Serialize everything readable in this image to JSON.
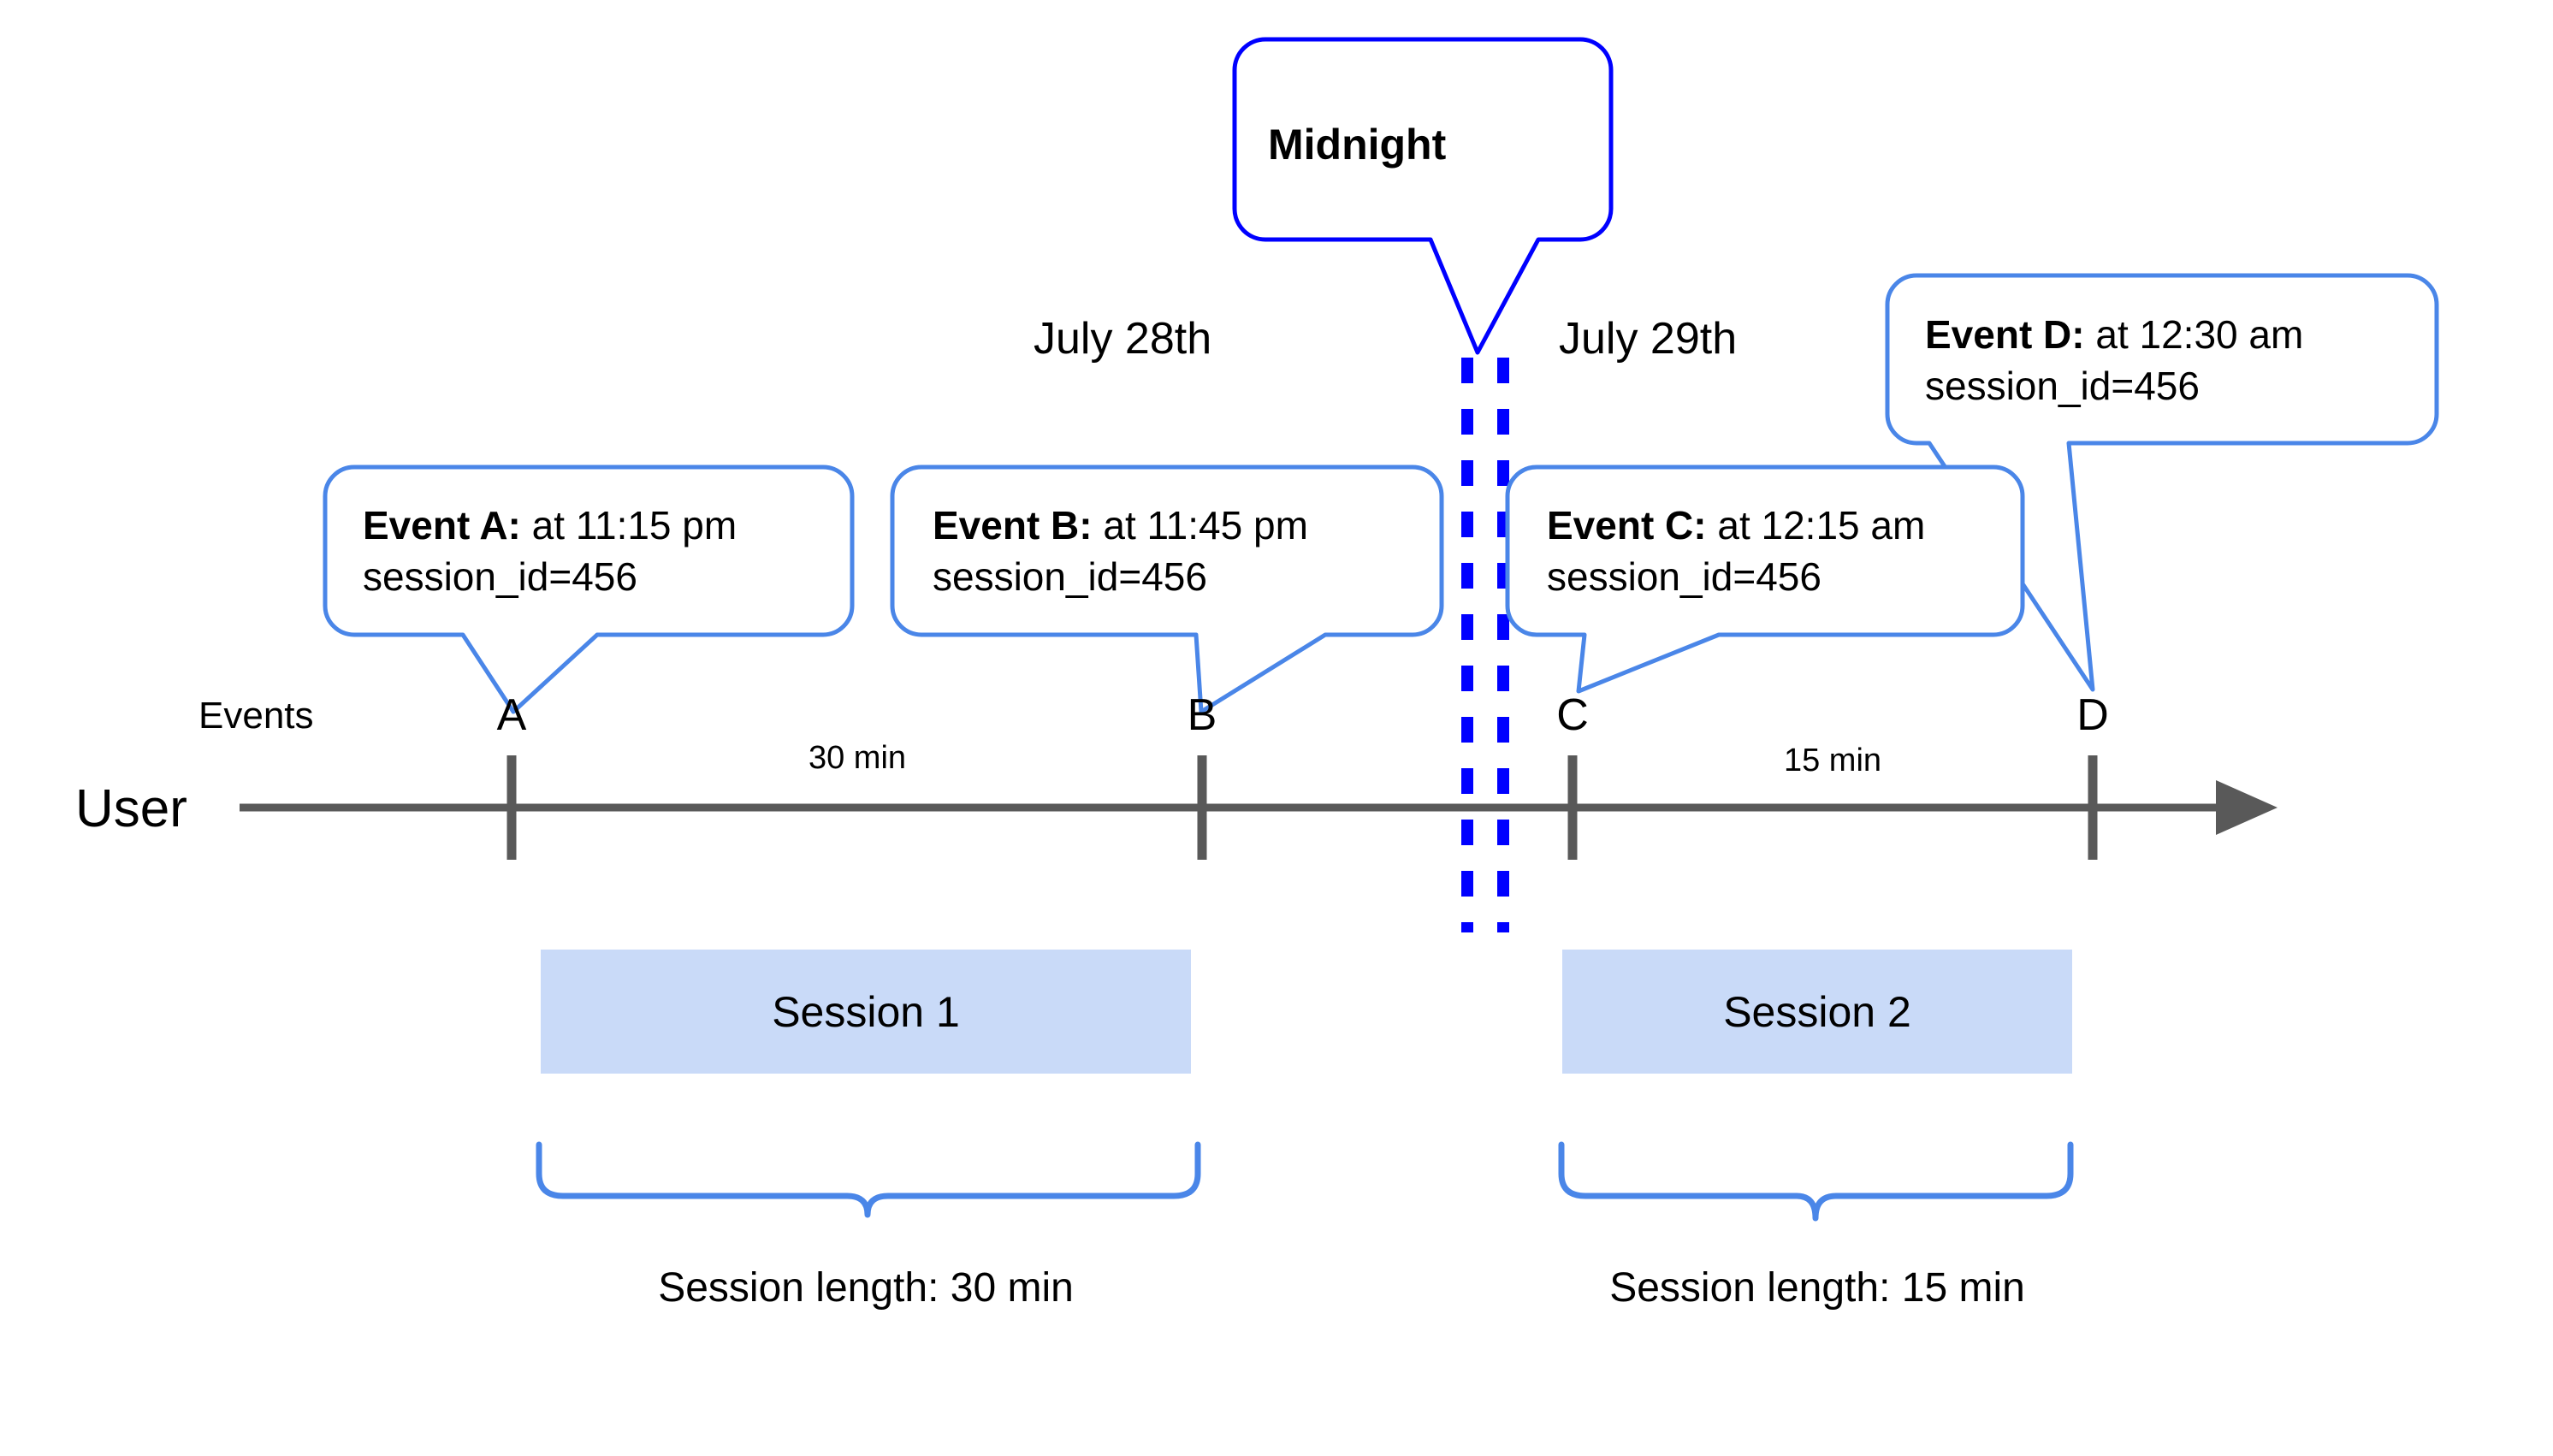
{
  "diagram": {
    "title_callout": {
      "label": "Midnight"
    },
    "date_labels": [
      {
        "name": "july-28",
        "text": "July 28th"
      },
      {
        "name": "july-29",
        "text": "July 29th"
      }
    ],
    "row_labels": {
      "events": "Events",
      "user": "User"
    },
    "events": [
      {
        "letter": "A",
        "bold_prefix": "Event A:",
        "time_text": " at 11:15 pm",
        "session_line": "session_id=456"
      },
      {
        "letter": "B",
        "bold_prefix": "Event B:",
        "time_text": " at 11:45 pm",
        "session_line": "session_id=456"
      },
      {
        "letter": "C",
        "bold_prefix": "Event C:",
        "time_text": " at 12:15 am",
        "session_line": "session_id=456"
      },
      {
        "letter": "D",
        "bold_prefix": "Event D:",
        "time_text": " at 12:30 am",
        "session_line": "session_id=456"
      }
    ],
    "durations": [
      {
        "name": "a-to-b",
        "text": "30 min"
      },
      {
        "name": "c-to-d",
        "text": "15 min"
      }
    ],
    "sessions": [
      {
        "name": "session-1",
        "box_label": "Session 1",
        "length_label": "Session length: 30 min"
      },
      {
        "name": "session-2",
        "box_label": "Session 2",
        "length_label": "Session length: 15 min"
      }
    ],
    "colors": {
      "callout_border": "#4A86E8",
      "midnight_border": "#0000FF",
      "midnight_dash": "#0000FF",
      "session_fill": "#C9DAF8",
      "axis": "#595959",
      "brace": "#4A86E8",
      "text": "#000000",
      "background": "#FFFFFF"
    }
  }
}
